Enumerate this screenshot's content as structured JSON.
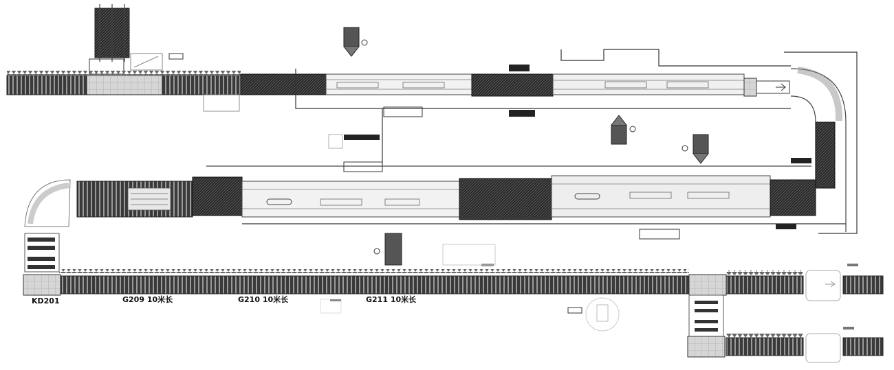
{
  "labels": {
    "kd201": "KD201",
    "g209": "G209  10米长",
    "g210": "G210  10米长",
    "g211": "G211  10米长"
  },
  "colors": {
    "line": "#222222",
    "dark_block": "#1a1a1a",
    "mid_gray": "#8c8c8c",
    "light_gray": "#c8c8c8",
    "rail": "#555555"
  }
}
